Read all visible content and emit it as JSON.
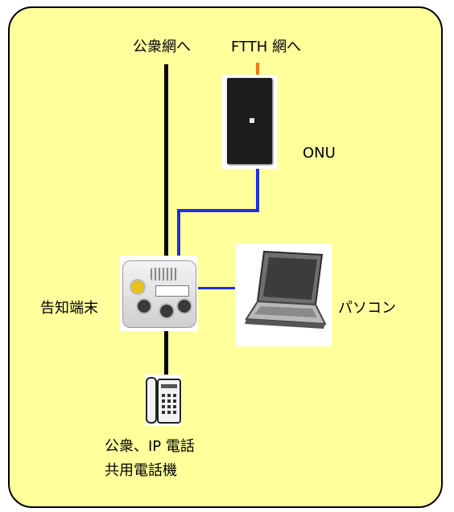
{
  "labels": {
    "public_network": "公衆網へ",
    "ftth_network": "FTTH 網へ",
    "onu": "ONU",
    "notification_terminal": "告知端末",
    "pc": "パソコン",
    "phone_line1": "公衆、IP 電話",
    "phone_line2": "共用電話機"
  },
  "colors": {
    "background": "#ffff9c",
    "black_wire": "#000000",
    "blue_wire": "#1f2fe6",
    "orange_wire": "#f07a14"
  },
  "icons": [
    "onu-device-icon",
    "notification-terminal-icon",
    "laptop-icon",
    "telephone-icon"
  ]
}
